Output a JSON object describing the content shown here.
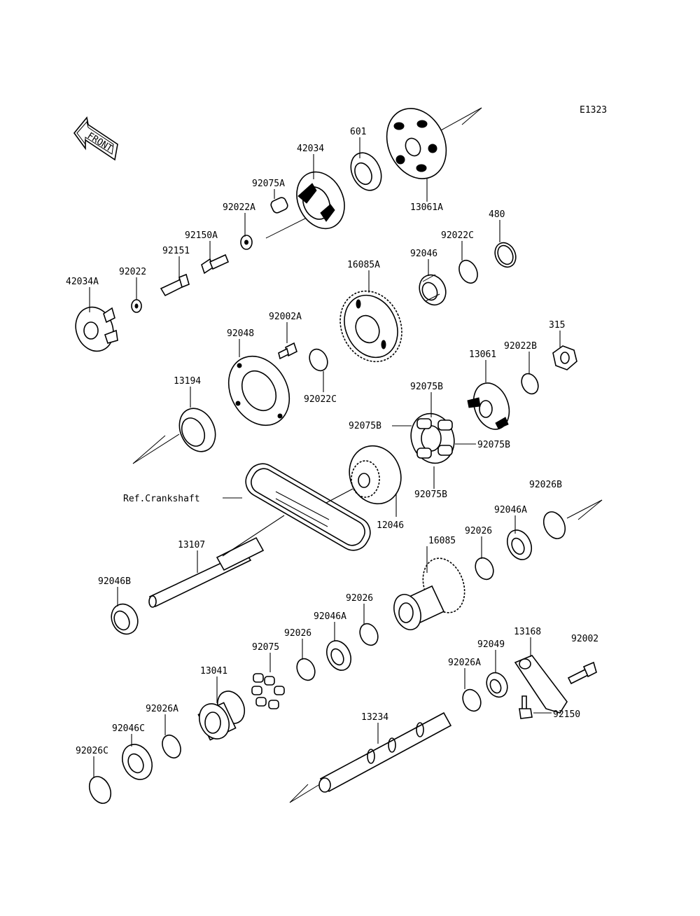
{
  "diagram_code": "E1323",
  "front_indicator": "FRONT",
  "reference_label": "Ref.Crankshaft",
  "parts": [
    {
      "number": "42034"
    },
    {
      "number": "601"
    },
    {
      "number": "13061A"
    },
    {
      "number": "92075A"
    },
    {
      "number": "92022A"
    },
    {
      "number": "92150A"
    },
    {
      "number": "92151"
    },
    {
      "number": "92022"
    },
    {
      "number": "42034A"
    },
    {
      "number": "480"
    },
    {
      "number": "92022C"
    },
    {
      "number": "92046"
    },
    {
      "number": "16085A"
    },
    {
      "number": "92002A"
    },
    {
      "number": "92048"
    },
    {
      "number": "92022C"
    },
    {
      "number": "315"
    },
    {
      "number": "92022B"
    },
    {
      "number": "13061"
    },
    {
      "number": "13194"
    },
    {
      "number": "92075B"
    },
    {
      "number": "92075B"
    },
    {
      "number": "92075B"
    },
    {
      "number": "92075B"
    },
    {
      "number": "92026B"
    },
    {
      "number": "12046"
    },
    {
      "number": "92046A"
    },
    {
      "number": "92026"
    },
    {
      "number": "13107"
    },
    {
      "number": "16085"
    },
    {
      "number": "92046B"
    },
    {
      "number": "92026"
    },
    {
      "number": "92046A"
    },
    {
      "number": "92026"
    },
    {
      "number": "92075"
    },
    {
      "number": "13168"
    },
    {
      "number": "92002"
    },
    {
      "number": "92049"
    },
    {
      "number": "92026A"
    },
    {
      "number": "13041"
    },
    {
      "number": "92150"
    },
    {
      "number": "92026A"
    },
    {
      "number": "13234"
    },
    {
      "number": "92046C"
    },
    {
      "number": "92026C"
    }
  ]
}
